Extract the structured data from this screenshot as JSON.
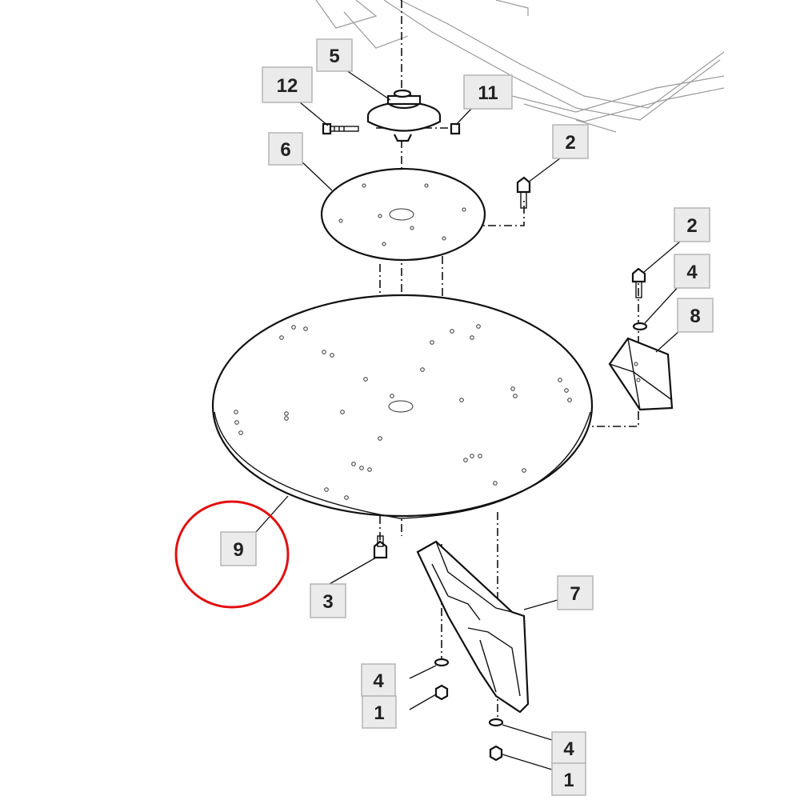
{
  "callouts": [
    {
      "label": "5"
    },
    {
      "label": "12"
    },
    {
      "label": "11"
    },
    {
      "label": "6"
    },
    {
      "label": "2"
    },
    {
      "label": "2"
    },
    {
      "label": "4"
    },
    {
      "label": "8"
    },
    {
      "label": "9"
    },
    {
      "label": "3"
    },
    {
      "label": "7"
    },
    {
      "label": "4"
    },
    {
      "label": "1"
    },
    {
      "label": "4"
    },
    {
      "label": "1"
    }
  ],
  "highlight": {
    "target_label": "9",
    "color": "#e01010"
  }
}
